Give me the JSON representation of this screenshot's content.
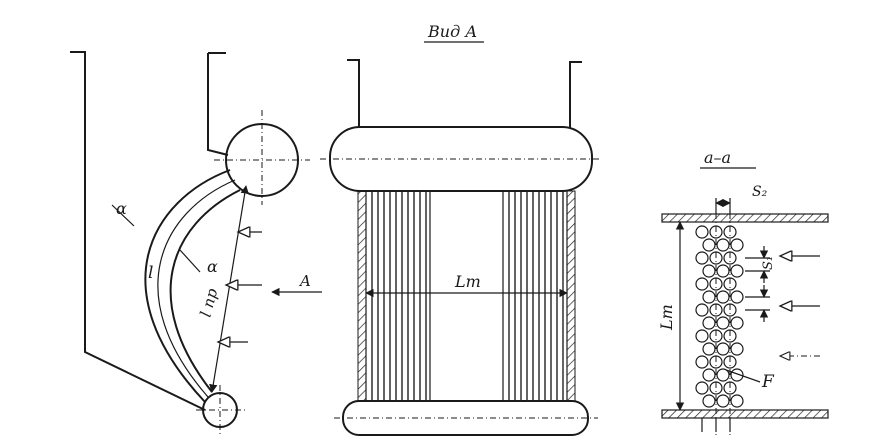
{
  "labels": {
    "view_title": "Вид А",
    "arrow_a": "A",
    "alpha_outer": "α",
    "alpha_inner": "α",
    "length_l": "l",
    "length_lpr": "l пр",
    "width_lt_front": "Lт",
    "section_title": "а–а",
    "spacing_s2": "S₂",
    "spacing_s1": "S₁",
    "height_lt_section": "Lт",
    "area_f": "F"
  }
}
